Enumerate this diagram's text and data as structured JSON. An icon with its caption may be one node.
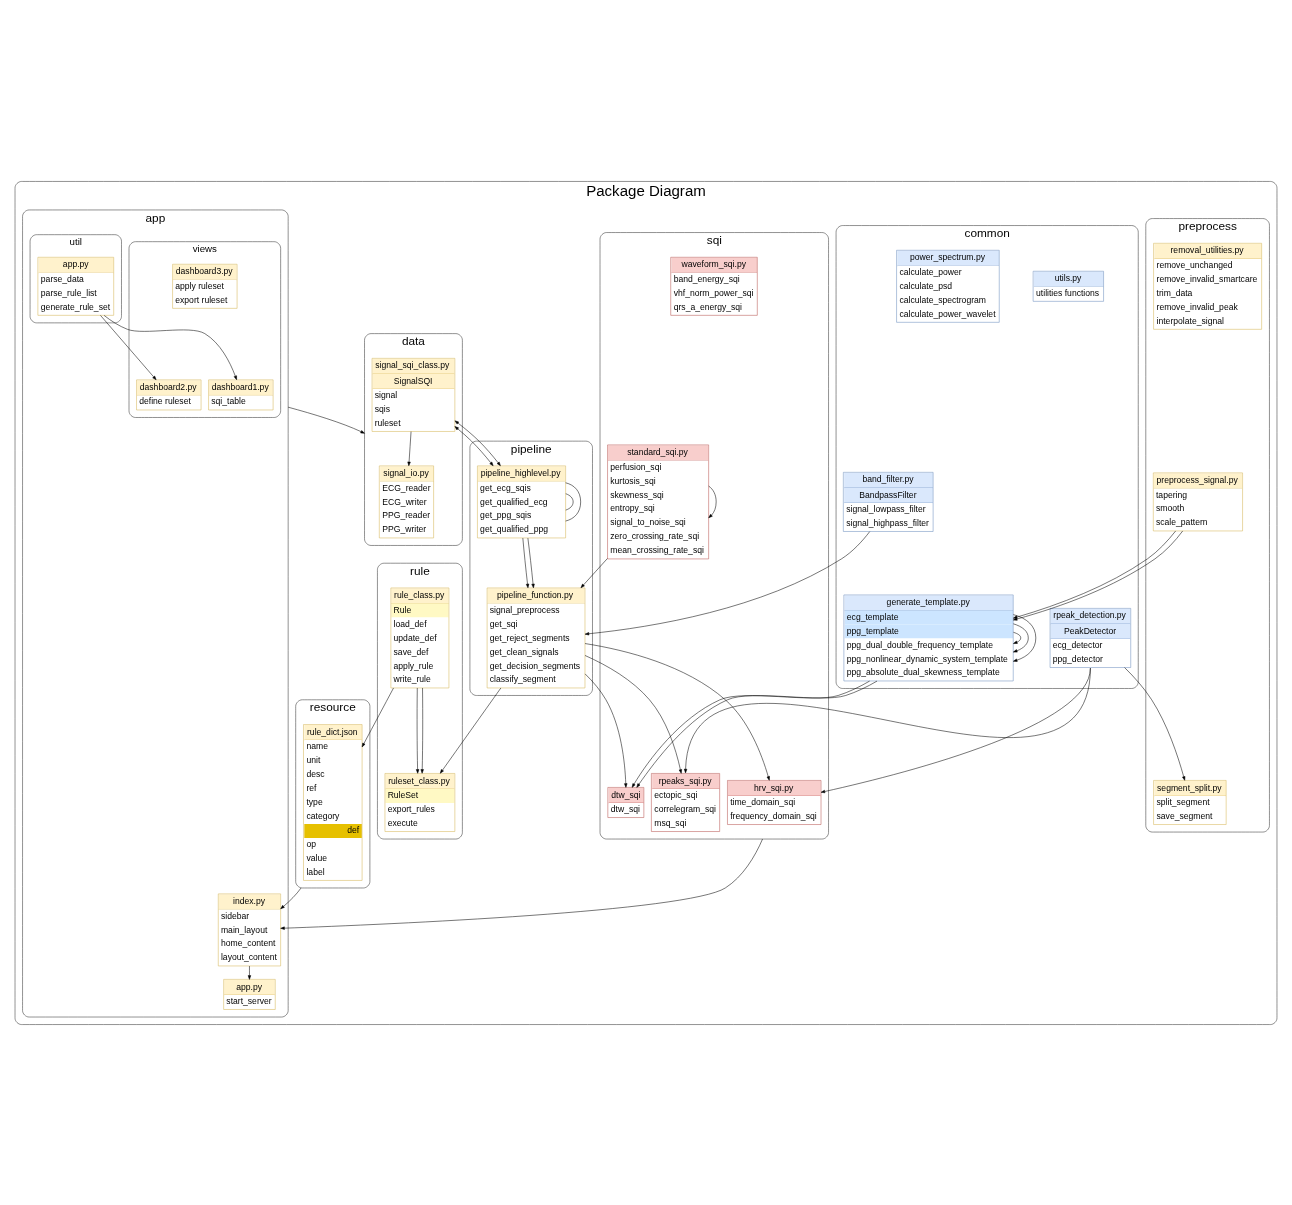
{
  "diagram": {
    "nodes": [
      {
        "text": [
          "Package Diagram"
        ]
      },
      {
        "text": [
          "pipeline"
        ],
        "in": 0
      },
      {
        "text": [
          "pipeline_highlevel.py",
          "get_ecg_sqis",
          "get_qualified_ecg",
          "get_ppg_sqis",
          "get_qualified_ppg"
        ],
        "in": 1
      },
      {
        "text": [
          "pipeline_function.py",
          "signal_preprocess",
          "get_sqi",
          "get_reject_segments",
          "get_clean_signals",
          "get_decision_segments",
          "classify_segment"
        ],
        "in": 1
      },
      {
        "text": [
          "common"
        ],
        "in": 0
      },
      {
        "text": [
          "band_filter.py",
          "BandpassFilter",
          "signal_lowpass_filter",
          "signal_highpass_filter"
        ],
        "in": 4
      },
      {
        "text": [
          "utils.py",
          "utilities functions"
        ],
        "in": 4
      },
      {
        "text": [
          "power_spectrum.py",
          "calculate_power",
          "calculate_psd",
          "calculate_spectrogram",
          "calculate_power_wavelet"
        ],
        "in": 4
      },
      {
        "text": [
          "rpeak_detection.py",
          "PeakDetector",
          "ecg_detector",
          "ppg_detector"
        ],
        "in": 4
      },
      {
        "text": [
          "generate_template.py",
          "ecg_template",
          "ppg_template",
          "ppg_dual_double_frequency_template",
          "ppg_nonlinear_dynamic_system_template",
          "ppg_absolute_dual_skewness_template"
        ],
        "in": 4
      },
      {
        "text": [
          "preprocess"
        ],
        "in": 0
      },
      {
        "text": [
          "preprocess_signal.py",
          "tapering",
          "smooth",
          "scale_pattern"
        ],
        "in": 10
      },
      {
        "text": [
          "removal_utilities.py",
          "remove_unchanged",
          "remove_invalid_smartcare",
          "trim_data",
          "remove_invalid_peak",
          "interpolate_signal"
        ],
        "in": 10
      },
      {
        "text": [
          "segment_split.py",
          "split_segment",
          "save_segment"
        ],
        "in": 10
      },
      {
        "text": [
          "sqi"
        ],
        "in": 0
      },
      {
        "text": [
          "hrv_sqi.py",
          "time_domain_sqi",
          "frequency_domain_sqi"
        ],
        "in": 14
      },
      {
        "text": [
          "waveform_sqi.py",
          "band_energy_sqi",
          "vhf_norm_power_sqi",
          "qrs_a_energy_sqi"
        ],
        "in": 14
      },
      {
        "text": [
          "rpeaks_sqi.py",
          "ectopic_sqi",
          "correlegram_sqi",
          "msq_sqi"
        ],
        "in": 14
      },
      {
        "text": [
          "dtw_sqi",
          "dtw_sqi"
        ],
        "in": 14
      },
      {
        "text": [
          "standard_sqi.py",
          "perfusion_sqi",
          "kurtosis_sqi",
          "skewness_sqi",
          "entropy_sqi",
          "signal_to_noise_sqi",
          "zero_crossing_rate_sqi",
          "mean_crossing_rate_sqi"
        ],
        "in": 14
      },
      {
        "text": [
          "rule"
        ],
        "in": 0
      },
      {
        "text": [
          "rule_class.py",
          "Rule",
          "load_def",
          "update_def",
          "save_def",
          "apply_rule",
          "write_rule"
        ],
        "in": 20
      },
      {
        "text": [
          "ruleset_class.py",
          "RuleSet",
          "export_rules",
          "execute"
        ],
        "in": 20
      },
      {
        "text": [
          "resource"
        ],
        "in": 0
      },
      {
        "text": [
          "rule_dict.json",
          "name",
          "unit",
          "desc",
          "ref",
          "type",
          "category",
          "def",
          "op",
          "value",
          "label"
        ],
        "in": 23
      },
      {
        "text": [
          "data"
        ],
        "in": 0
      },
      {
        "text": [
          "signal_io.py",
          "ECG_reader",
          "ECG_writer",
          "PPG_reader",
          "PPG_writer"
        ],
        "in": 25
      },
      {
        "text": [
          "signal_sqi_class.py",
          "SignalSQI",
          "signal",
          "sqis",
          "ruleset"
        ],
        "in": 25
      },
      {
        "text": [
          "app"
        ],
        "in": 0
      },
      {
        "text": [
          "views"
        ],
        "in": 28
      },
      {
        "text": [
          "dashboard1.py",
          "sqi_table"
        ],
        "in": 29
      },
      {
        "text": [
          "dashboard2.py",
          "define ruleset"
        ],
        "in": 29
      },
      {
        "text": [
          "dashboard3.py",
          "apply ruleset",
          "export ruleset"
        ],
        "in": 29
      },
      {
        "text": [
          "app.py",
          "start_server"
        ],
        "in": 28
      },
      {
        "text": [
          "index.py",
          "sidebar",
          "main_layout",
          "home_content",
          "layout_content"
        ],
        "in": 28
      },
      {
        "text": [
          "util"
        ],
        "in": 28
      },
      {
        "text": [
          "app.py",
          "parse_data",
          "parse_rule_list",
          "generate_rule_set"
        ],
        "in": 35
      }
    ],
    "edges": [
      {
        "from": 27,
        "to": 2,
        "arrow": "both"
      },
      {
        "from": 27,
        "to": 2,
        "arrow": "both"
      },
      {
        "from": 2,
        "to": 2,
        "arrow": "none"
      },
      {
        "from": 2,
        "to": 2,
        "arrow": "none"
      },
      {
        "from": 2,
        "to": 3,
        "arrow": "to"
      },
      {
        "from": 2,
        "to": 3,
        "arrow": "to"
      },
      {
        "from": 5,
        "to": 3,
        "arrow": "to"
      },
      {
        "from": 3,
        "to": 15,
        "arrow": "to"
      },
      {
        "from": 3,
        "to": 17,
        "arrow": "to"
      },
      {
        "from": 3,
        "to": 18,
        "arrow": "to"
      },
      {
        "from": 3,
        "to": 22,
        "arrow": "to"
      },
      {
        "from": 19,
        "to": 3,
        "arrow": "to"
      },
      {
        "from": 11,
        "to": 9,
        "arrow": "to"
      },
      {
        "from": 11,
        "to": 9,
        "arrow": "to"
      },
      {
        "from": 8,
        "to": 13,
        "arrow": "to"
      },
      {
        "from": 8,
        "to": 15,
        "arrow": "to"
      },
      {
        "from": 8,
        "to": 17,
        "arrow": "to"
      },
      {
        "from": 9,
        "to": 18,
        "arrow": "to"
      },
      {
        "from": 9,
        "to": 18,
        "arrow": "to"
      },
      {
        "from": 9,
        "to": 9,
        "arrow": "to"
      },
      {
        "from": 9,
        "to": 9,
        "arrow": "to"
      },
      {
        "from": 9,
        "to": 9,
        "arrow": "to"
      },
      {
        "from": 19,
        "to": 19,
        "arrow": "to"
      },
      {
        "from": 21,
        "to": 22,
        "arrow": "to"
      },
      {
        "from": 21,
        "to": 22,
        "arrow": "to"
      },
      {
        "from": 21,
        "to": 24,
        "arrow": "to"
      },
      {
        "from": 27,
        "to": 26,
        "arrow": "to"
      },
      {
        "from": 28,
        "to": 25,
        "arrow": "to"
      },
      {
        "from": 34,
        "to": 33,
        "arrow": "to"
      },
      {
        "from": 36,
        "to": 30,
        "arrow": "to"
      },
      {
        "from": 36,
        "to": 31,
        "arrow": "to"
      },
      {
        "from": 14,
        "to": 34,
        "arrow": "to"
      },
      {
        "from": 23,
        "to": 34,
        "arrow": "to"
      }
    ]
  }
}
